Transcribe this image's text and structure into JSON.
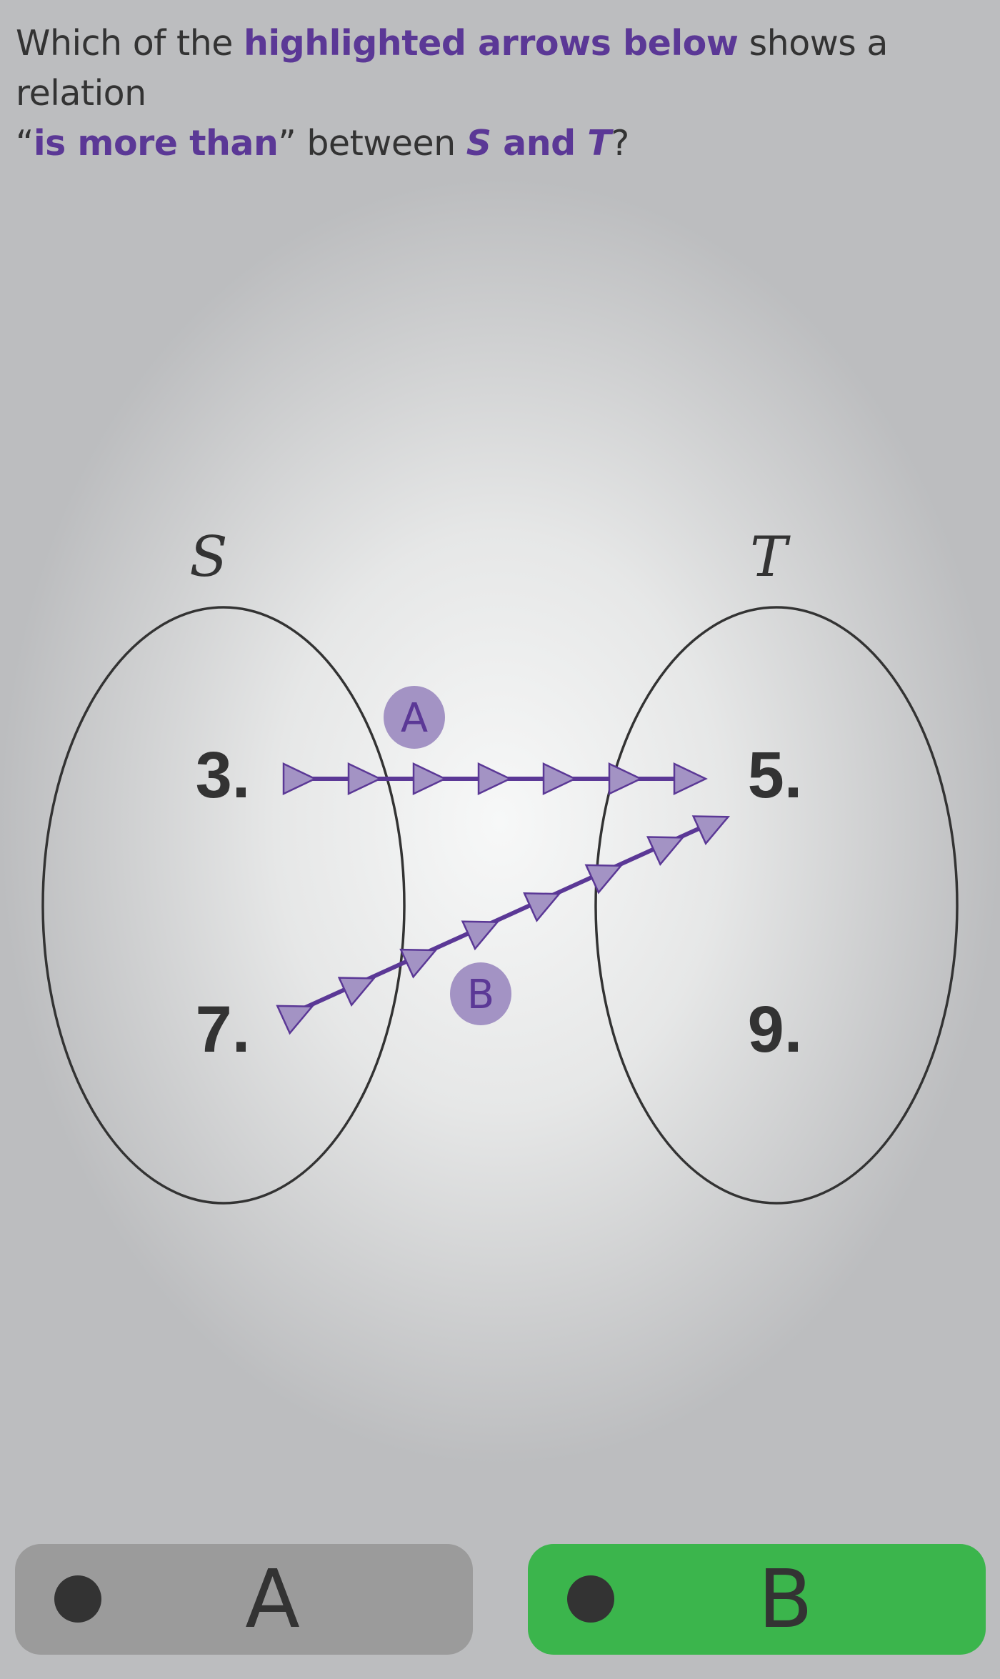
{
  "question": {
    "parts": [
      {
        "text": "Which of the ",
        "style": "normal"
      },
      {
        "text": "highlighted arrows below",
        "style": "highlight"
      },
      {
        "text": " shows a relation",
        "style": "normal"
      },
      {
        "text": "“",
        "style": "normal"
      },
      {
        "text": "is more than",
        "style": "highlight"
      },
      {
        "text": "” between ",
        "style": "normal"
      },
      {
        "text": "S",
        "style": "highlight-italic"
      },
      {
        "text": " and ",
        "style": "highlight"
      },
      {
        "text": "T",
        "style": "highlight-italic"
      },
      {
        "text": "?",
        "style": "normal"
      }
    ]
  },
  "diagram": {
    "sets": [
      {
        "label": "S",
        "elements": [
          "3.",
          "7."
        ]
      },
      {
        "label": "T",
        "elements": [
          "5.",
          "9."
        ]
      }
    ],
    "arrows": [
      {
        "badge": "A",
        "from": "3",
        "to": "5"
      },
      {
        "badge": "B",
        "from": "7",
        "to": "5"
      }
    ],
    "colors": {
      "arrow_line": "#5b3896",
      "arrow_head": "#a393c4",
      "badge_fill": "#a393c4",
      "outline": "#333333"
    }
  },
  "answers": [
    {
      "label": "A",
      "state": "unselected",
      "color": "#9b9b9b"
    },
    {
      "label": "B",
      "state": "correct",
      "color": "#3bb54c"
    }
  ]
}
